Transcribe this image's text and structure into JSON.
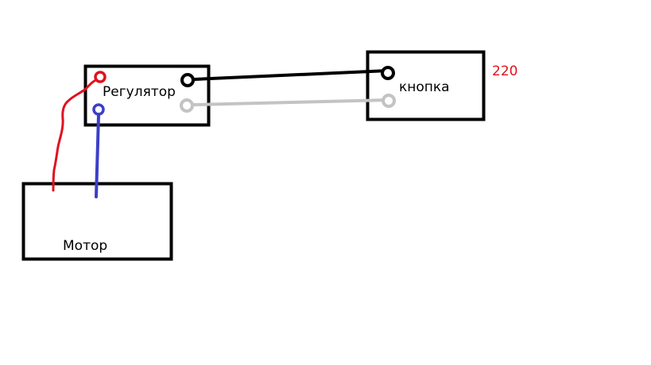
{
  "diagram": {
    "regulator": {
      "label": "Регулятор"
    },
    "button": {
      "label": "кнопка"
    },
    "motor": {
      "label": "Мотор"
    },
    "voltage": {
      "label": "220"
    }
  },
  "colors": {
    "box_stroke": "#000000",
    "wire_black": "#000000",
    "wire_gray": "#c3c3c3",
    "wire_red": "#e0121f",
    "wire_blue": "#3b3fc8",
    "voltage_text": "#e0121f"
  }
}
